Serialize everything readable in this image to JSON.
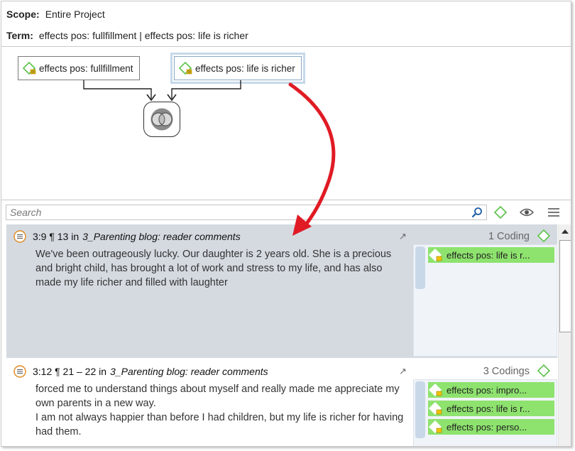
{
  "header": {
    "scope_label": "Scope:",
    "scope_value": "Entire Project",
    "term_label": "Term:",
    "term_value": "effects pos: fullfillment | effects pos: life is richer"
  },
  "diagram": {
    "node1_label": "effects pos: fullfillment",
    "node2_label": "effects pos: life is richer",
    "operator_icon": "venn-union-icon"
  },
  "search": {
    "placeholder": "Search"
  },
  "toolbar": {
    "icons": [
      "search-icon",
      "code-filter-icon",
      "eye-icon",
      "menu-icon"
    ]
  },
  "results": [
    {
      "ref": "3:9 ¶ 13 in",
      "doc": "3_Parenting blog: reader comments",
      "text": "We've been outrageously lucky. Our daughter is 2 years old. She is a precious and bright child, has brought a lot of work and stress to my life, and has also made my life richer and filled with laughter",
      "coding_count": "1 Coding",
      "codes": [
        "effects pos: life is r..."
      ]
    },
    {
      "ref": "3:12 ¶ 21 – 22 in",
      "doc": "3_Parenting blog: reader comments",
      "text": "forced me to understand things about myself and really made me appreciate my own parents in a new way.",
      "text2": "I am not always happier than before I had children, but my life is richer for having had them.",
      "coding_count": "3 Codings",
      "codes": [
        "effects pos: impro...",
        "effects pos: life is r...",
        "effects pos: perso..."
      ]
    }
  ],
  "colors": {
    "selected_row_bg": "#d5dae1",
    "code_tag_bg": "#8ee26e",
    "annotation_arrow": "#e01b24",
    "code_icon_green": "#5cc24a"
  }
}
